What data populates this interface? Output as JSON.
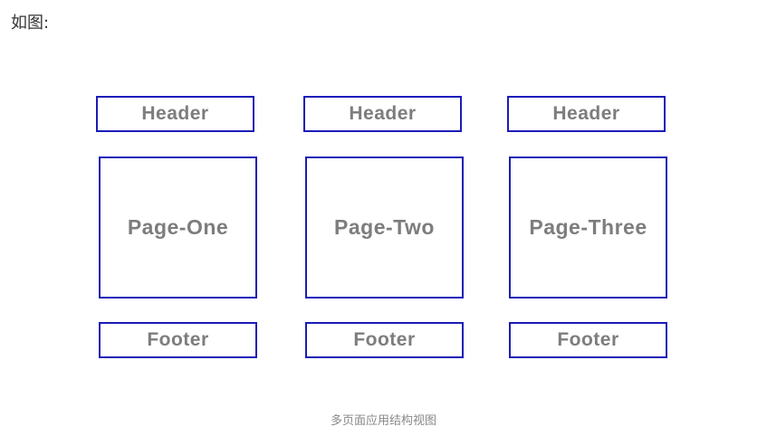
{
  "intro_text": "如图:",
  "columns": [
    {
      "header": "Header",
      "page": "Page-One",
      "footer": "Footer"
    },
    {
      "header": "Header",
      "page": "Page-Two",
      "footer": "Footer"
    },
    {
      "header": "Header",
      "page": "Page-Three",
      "footer": "Footer"
    }
  ],
  "caption": "多页面应用结构视图",
  "colors": {
    "box_border": "#1c1cb8",
    "box_text": "#7d7d7d",
    "caption_text": "#888888"
  }
}
